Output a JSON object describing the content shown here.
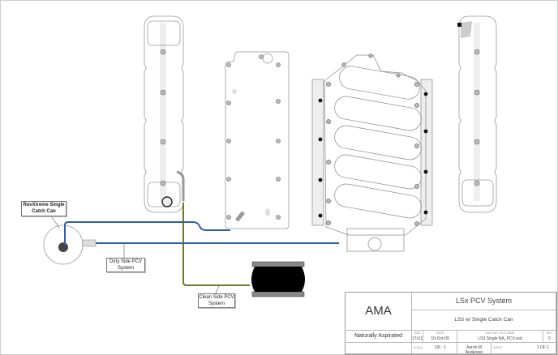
{
  "diagram": {
    "title": "LSx PCV System",
    "subtitle": "LS3 w/ Single Catch Can",
    "colors": {
      "dirty_line": "#2f5da8",
      "clean_line": "#6b7a2a",
      "outline": "#8a8a8a"
    },
    "callouts": {
      "catch_can": "RevXtreme Single Catch Can",
      "dirty_side": "Dirty Side PCV System",
      "clean_side": "Clean Side PCV System"
    },
    "components": [
      "left-valve-cover",
      "valley-cover",
      "intake-manifold",
      "right-valve-cover",
      "catch-can",
      "air-filter"
    ]
  },
  "title_block": {
    "company": "AMA",
    "title": "LSx PCV System",
    "subtitle": "LS3 w/ Single Catch Can",
    "description": "Naturally Aspirated",
    "size_label": "SIZE",
    "size": "17x11",
    "date_label": "DATE",
    "date": "10-Oct-09",
    "dwg_label": "DWG NO / FILE NAME",
    "dwg": "LS3 Single NA_PCV.vsd",
    "rev_label": "REV",
    "rev": "0",
    "scale_label": "SCALE",
    "scale": "1/6 : 1",
    "author": "Aaron M Anderson",
    "sheet_label": "SHEET",
    "sheet": "1 OF 1"
  }
}
